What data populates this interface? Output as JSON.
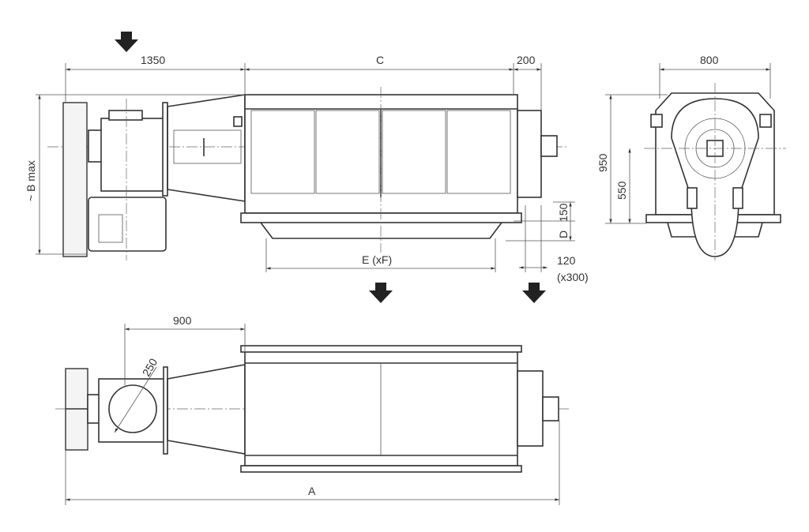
{
  "drawing": {
    "side_view": {
      "dim_inlet_offset": "1350",
      "dim_body_length": "C",
      "dim_end": "200",
      "dim_height": "~ B max",
      "dim_base": "150",
      "dim_d": "D",
      "dim_outlet_spacing": "E (xF)",
      "dim_outlet_width": "120",
      "dim_outlet_length": "(x300)"
    },
    "end_view": {
      "dim_width": "800",
      "dim_height": "950",
      "dim_axis_height": "550"
    },
    "top_view": {
      "dim_inlet_offset": "900",
      "dim_inlet_diameter": "250",
      "dim_total_length": "A"
    },
    "flow_arrows": [
      "inlet",
      "outlet-1",
      "outlet-2"
    ],
    "colors": {
      "line": "#333333",
      "arrow": "#222222"
    }
  }
}
